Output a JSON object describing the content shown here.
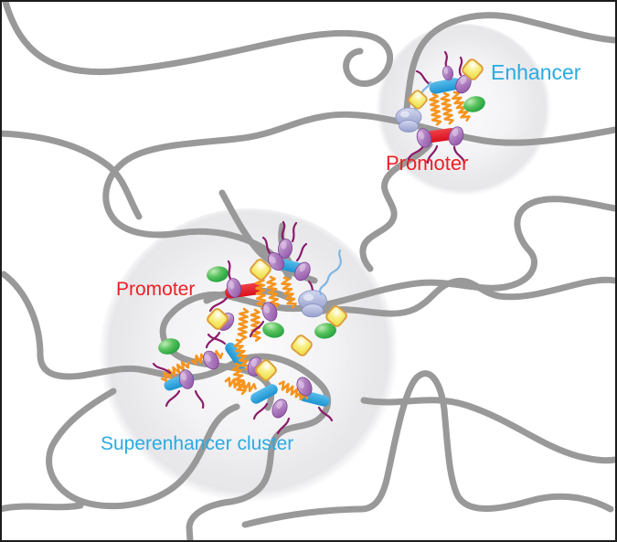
{
  "figure": {
    "background": "#ffffff",
    "border_color": "#1c1c1c"
  },
  "labels": {
    "enhancer": {
      "text": "Enhancer",
      "color": "#29abe2"
    },
    "promoter_top": {
      "text": "Promoter",
      "color": "#ed2024"
    },
    "promoter_cluster": {
      "text": "Promoter",
      "color": "#ed2024"
    },
    "superenhancer_cluster": {
      "text": "Superenhancer cluster",
      "color": "#29abe2"
    }
  },
  "components": [
    {
      "icon": "chromatin-fiber-icon",
      "color": "#999999"
    },
    {
      "icon": "condensate-icon",
      "color": "#ebebee"
    },
    {
      "icon": "enhancer-element-icon",
      "color": "#29a8e0"
    },
    {
      "icon": "promoter-element-icon",
      "color": "#e41420"
    },
    {
      "icon": "transcription-factor-icon",
      "color": "#9b59ad"
    },
    {
      "icon": "idr-zigzag-icon",
      "color": "#f7941d"
    },
    {
      "icon": "cofactor-icon",
      "color": "#f5e964"
    },
    {
      "icon": "coactivator-icon",
      "color": "#3fae49"
    },
    {
      "icon": "rna-polymerase-icon",
      "color": "#a9b2d8"
    },
    {
      "icon": "rna-transcript-icon",
      "color": "#7fb7e4"
    },
    {
      "icon": "disordered-tail-icon",
      "color": "#8b1a6b"
    }
  ]
}
